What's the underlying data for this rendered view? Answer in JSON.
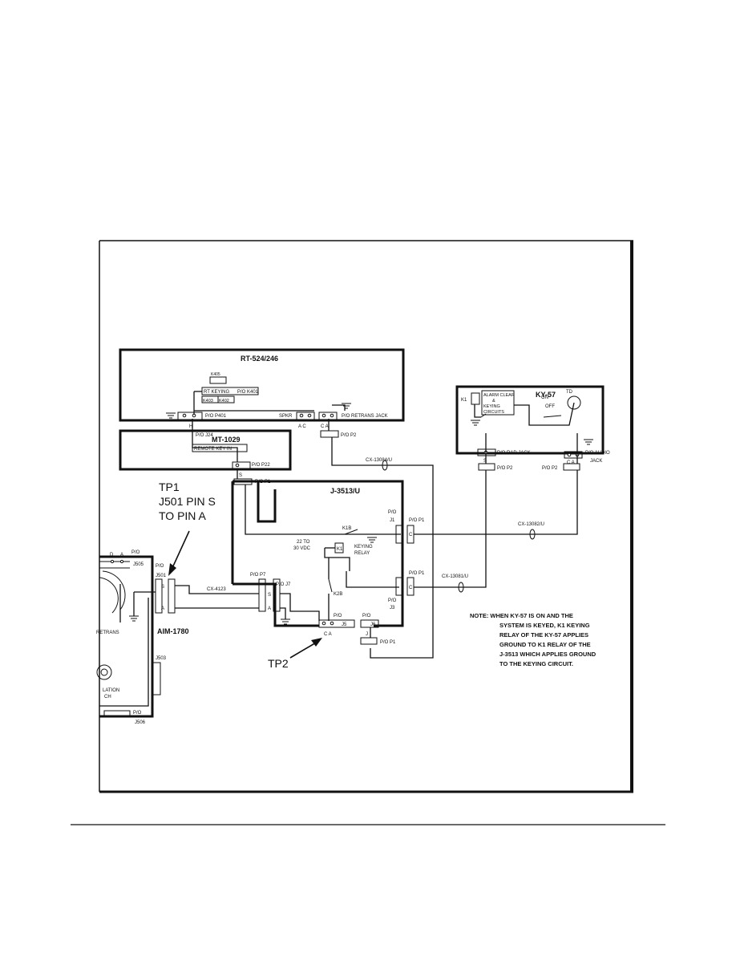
{
  "units": {
    "rt": {
      "title": "RT-524/246",
      "k405": "K405",
      "rt_keying": "RT KEYING",
      "po_k401": "P/O K401",
      "k403": "K403",
      "k402": "K402",
      "po_p401": "P/O P401",
      "spkr": "SPKR",
      "ac": "A C",
      "ca": "C A",
      "retrans": "P/O RETRANS JACK",
      "h": "H"
    },
    "mt": {
      "title": "MT-1029",
      "j24": "P/O J24",
      "remote": "REMOTE KEY IN",
      "p22": "P/O P22"
    },
    "ky": {
      "title": "KY-57",
      "k1": "K1",
      "alarm": "ALARM CLEAR",
      "amp": "&",
      "keying": "KEYING",
      "circuits": "CIRCUITS",
      "on": "ON",
      "td": "TD",
      "off": "OFF",
      "rad_jack": "P/O RAD JACK",
      "p2a": "P/O P2",
      "p2b": "P/O P2",
      "po_audio": "P/O AUDIO",
      "jack": "JACK",
      "s": "S",
      "ca": "C A"
    },
    "j3513": {
      "title": "J-3513/U",
      "po_p1_top": "P/O P1",
      "s": "S",
      "k1b": "K1B",
      "vdc1": "22 TO",
      "vdc2": "30 VDC",
      "k1": "K1",
      "keying": "KEYING",
      "relay": "RELAY",
      "k2b": "K2B",
      "po": "P/O",
      "j1": "J1",
      "j3": "J3",
      "po_p1_j1": "P/O P1",
      "po_p1_j3": "P/O P1",
      "c1": "C",
      "c2": "C",
      "po_p7": "P/O P7",
      "po_j7": "P/O J7",
      "s7": "S",
      "a7": "A",
      "j5_po": "P/O",
      "j5": "J5",
      "j6_po": "P/O",
      "j6": "J6",
      "ca_bottom": "C  A",
      "j_bottom": "J",
      "po_p1_bottom": "P/O P1"
    },
    "aim": {
      "title": "AIM-1780",
      "po": "P/O",
      "j501": "J501",
      "s": "S",
      "a": "A",
      "d": "D",
      "a2": "A",
      "po_j505": "P/O",
      "j505": "J505",
      "j503": "J503",
      "po_j506": "P/O",
      "j506": "J506",
      "trans": "RETRANS",
      "lation": "LATION",
      "ch": "CH"
    }
  },
  "cables": {
    "cx13084": "CX-13084/U",
    "cx13082": "CX-13082/U",
    "cx13081": "CX-13081/U",
    "cx4123": "CX-4123"
  },
  "callouts": {
    "tp1_line1": "TP1",
    "tp1_line2": "J501 PIN S",
    "tp1_line3": "TO PIN A",
    "tp2": "TP2"
  },
  "note": {
    "line1": "NOTE:  WHEN KY-57 IS ON AND THE",
    "line2": "SYSTEM IS KEYED, K1 KEYING",
    "line3": "RELAY OF THE KY-57 APPLIES",
    "line4": "GROUND TO K1 RELAY OF THE",
    "line5": "J-3513 WHICH APPLIES GROUND",
    "line6": "TO THE KEYING CIRCUIT."
  }
}
